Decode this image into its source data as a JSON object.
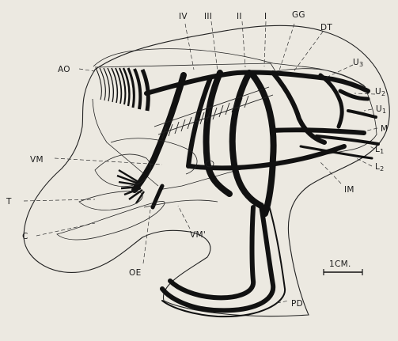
{
  "labels": {
    "iv": "IV",
    "iii": "III",
    "ii": "II",
    "i": "I",
    "gg": "GG",
    "dt": "DT",
    "u3": "U",
    "u3_sub": "3",
    "u2": "U",
    "u2_sub": "2",
    "u1": "U",
    "u1_sub": "1",
    "m": "M",
    "l1": "L",
    "l1_sub": "1",
    "l2": "L",
    "l2_sub": "2",
    "im": "IM",
    "ao": "AO",
    "vm": "VM",
    "t": "T",
    "c": "C",
    "oe": "OE",
    "vm_prime": "VM'",
    "pd": "PD"
  },
  "scale_bar": {
    "label": "1CM."
  },
  "colors": {
    "ink": "#111111",
    "paper": "#ece9e1"
  }
}
